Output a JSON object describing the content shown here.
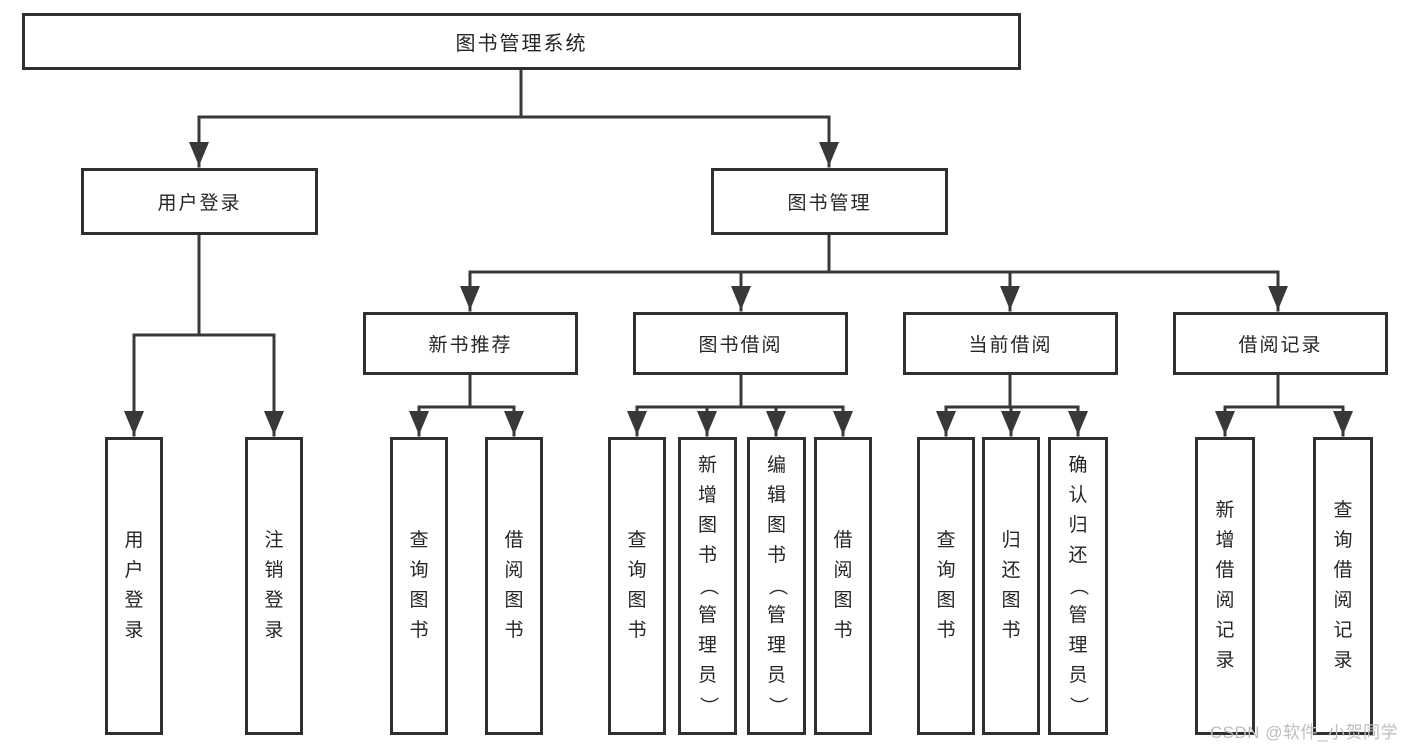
{
  "tree": {
    "root_label": "图书管理系统",
    "branches": [
      {
        "label": "用户登录",
        "children": [
          "用户登录",
          "注销登录"
        ]
      },
      {
        "label": "图书管理",
        "groups": [
          {
            "label": "新书推荐",
            "children": [
              "查询图书",
              "借阅图书"
            ]
          },
          {
            "label": "图书借阅",
            "children": [
              "查询图书",
              "新增图书（管理员）",
              "编辑图书（管理员）",
              "借阅图书"
            ]
          },
          {
            "label": "当前借阅",
            "children": [
              "查询图书",
              "归还图书",
              "确认归还（管理员）"
            ]
          },
          {
            "label": "借阅记录",
            "children": [
              "新增借阅记录",
              "查询借阅记录"
            ]
          }
        ]
      }
    ]
  },
  "watermark": {
    "text": "CSDN @软件_小贺同学"
  },
  "colors": {
    "line": "#383838",
    "box_border": "#2f2f2f",
    "text": "#262626",
    "watermark": "#bdbdbd",
    "background": "#ffffff"
  }
}
